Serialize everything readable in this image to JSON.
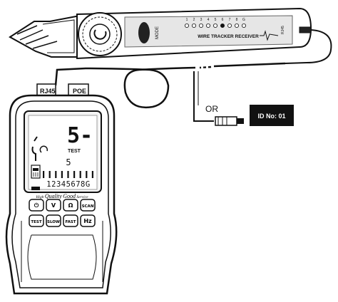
{
  "receiver": {
    "title": "WIRE TRACKER RECEIVER",
    "mode_label": "MODE",
    "side_label": "RJ45",
    "leds": [
      "1",
      "2",
      "3",
      "4",
      "5",
      "6",
      "7",
      "8",
      "G"
    ]
  },
  "connector_labels": {
    "rj45": "RJ45",
    "poe": "POE"
  },
  "or_label": "OR",
  "id_tag": "ID No: 01",
  "tester": {
    "lcd": {
      "big_digit": "5-",
      "mode": "TEST",
      "small_digit": "5",
      "sequence": "12345678G"
    },
    "brand": {
      "a": "High",
      "b": "Quality",
      "c": "Good",
      "d": "Service"
    },
    "buttons_row1": [
      "⏻",
      "V",
      "Ω",
      "SCAN"
    ],
    "buttons_row2": [
      "TEST",
      "SLOW",
      "FAST",
      "Hz"
    ]
  }
}
